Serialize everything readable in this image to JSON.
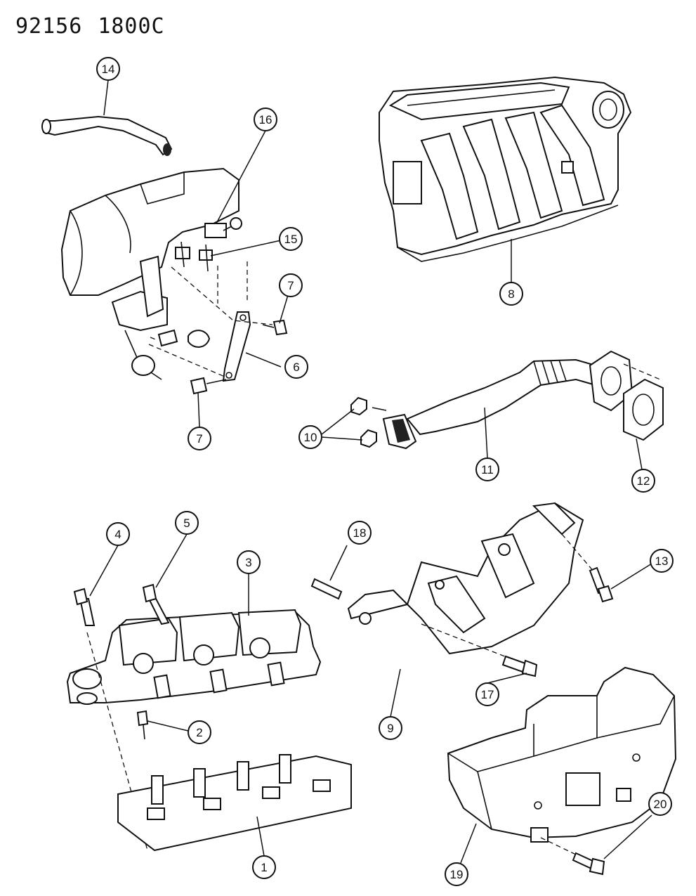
{
  "header": {
    "drawing_number": "92156",
    "page_code": "1800C"
  },
  "callouts": [
    {
      "id": "c1",
      "label": "1"
    },
    {
      "id": "c2",
      "label": "2"
    },
    {
      "id": "c3",
      "label": "3"
    },
    {
      "id": "c4",
      "label": "4"
    },
    {
      "id": "c5",
      "label": "5"
    },
    {
      "id": "c6",
      "label": "6"
    },
    {
      "id": "c7a",
      "label": "7"
    },
    {
      "id": "c7b",
      "label": "7"
    },
    {
      "id": "c8",
      "label": "8"
    },
    {
      "id": "c9",
      "label": "9"
    },
    {
      "id": "c10",
      "label": "10"
    },
    {
      "id": "c11",
      "label": "11"
    },
    {
      "id": "c12",
      "label": "12"
    },
    {
      "id": "c13",
      "label": "13"
    },
    {
      "id": "c14",
      "label": "14"
    },
    {
      "id": "c15",
      "label": "15"
    },
    {
      "id": "c16",
      "label": "16"
    },
    {
      "id": "c17",
      "label": "17"
    },
    {
      "id": "c18",
      "label": "18"
    },
    {
      "id": "c19",
      "label": "19"
    },
    {
      "id": "c20",
      "label": "20"
    }
  ]
}
